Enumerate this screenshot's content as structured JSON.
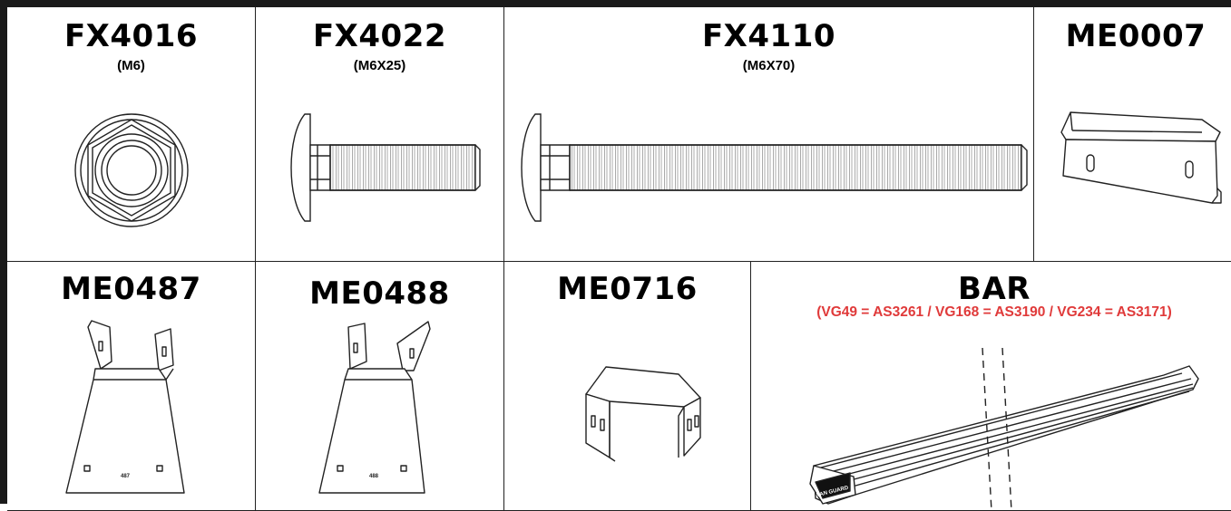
{
  "colors": {
    "frame": "#1a1a1a",
    "line": "#222222",
    "accent_red": "#e03a3a",
    "hatch": "#555555"
  },
  "parts": {
    "fx4016": {
      "code": "FX4016",
      "size": "(M6)",
      "icon": "flange-nut-icon"
    },
    "fx4022": {
      "code": "FX4022",
      "size": "(M6X25)",
      "icon": "carriage-bolt-short-icon"
    },
    "fx4110": {
      "code": "FX4110",
      "size": "(M6X70)",
      "icon": "carriage-bolt-long-icon"
    },
    "me0007": {
      "code": "ME0007",
      "icon": "bracket-plate-icon"
    },
    "me0487": {
      "code": "ME0487",
      "stamp": "487",
      "icon": "tapered-foot-icon"
    },
    "me0488": {
      "code": "ME0488",
      "stamp": "488",
      "icon": "tapered-foot-icon"
    },
    "me0716": {
      "code": "ME0716",
      "icon": "u-bracket-icon"
    },
    "bar": {
      "code": "BAR",
      "variants": "(VG49 = AS3261 / VG168 = AS3190 / VG234 = AS3171)",
      "logo_text": "VAN GUARD",
      "icon": "roof-bar-icon"
    }
  }
}
